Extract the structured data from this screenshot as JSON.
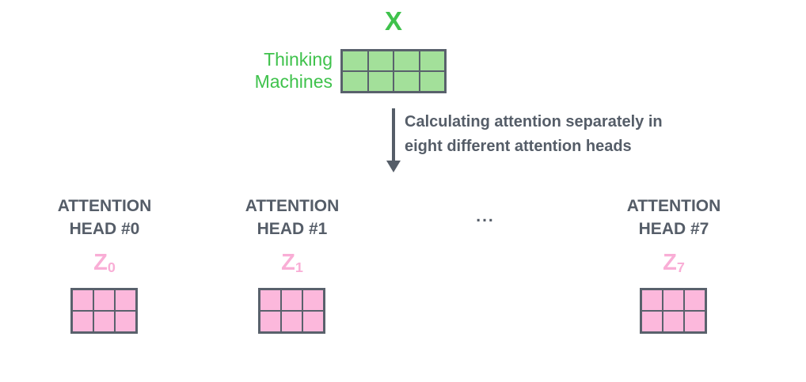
{
  "input": {
    "label": "X"
  },
  "watermark": {
    "line1": "Thinking",
    "line2": "Machines"
  },
  "annotation": {
    "line1": "Calculating attention separately in",
    "line2": "eight different attention heads"
  },
  "ellipsis": "...",
  "heads": [
    {
      "title_line1": "ATTENTION",
      "title_line2": "HEAD #0",
      "z": {
        "base": "Z",
        "sub": "0"
      }
    },
    {
      "title_line1": "ATTENTION",
      "title_line2": "HEAD #1",
      "z": {
        "base": "Z",
        "sub": "1"
      }
    },
    {
      "title_line1": "ATTENTION",
      "title_line2": "HEAD #7",
      "z": {
        "base": "Z",
        "sub": "7"
      }
    }
  ],
  "matrices": {
    "input": {
      "rows": 2,
      "cols": 4
    },
    "output": {
      "rows": 2,
      "cols": 3
    }
  },
  "colors": {
    "green_text": "#3fc24c",
    "green_fill": "#a3e09a",
    "pink_fill": "#fcb8dc",
    "pink_text": "#f9aed6",
    "gray_text": "#555d68",
    "border": "#59616c"
  }
}
